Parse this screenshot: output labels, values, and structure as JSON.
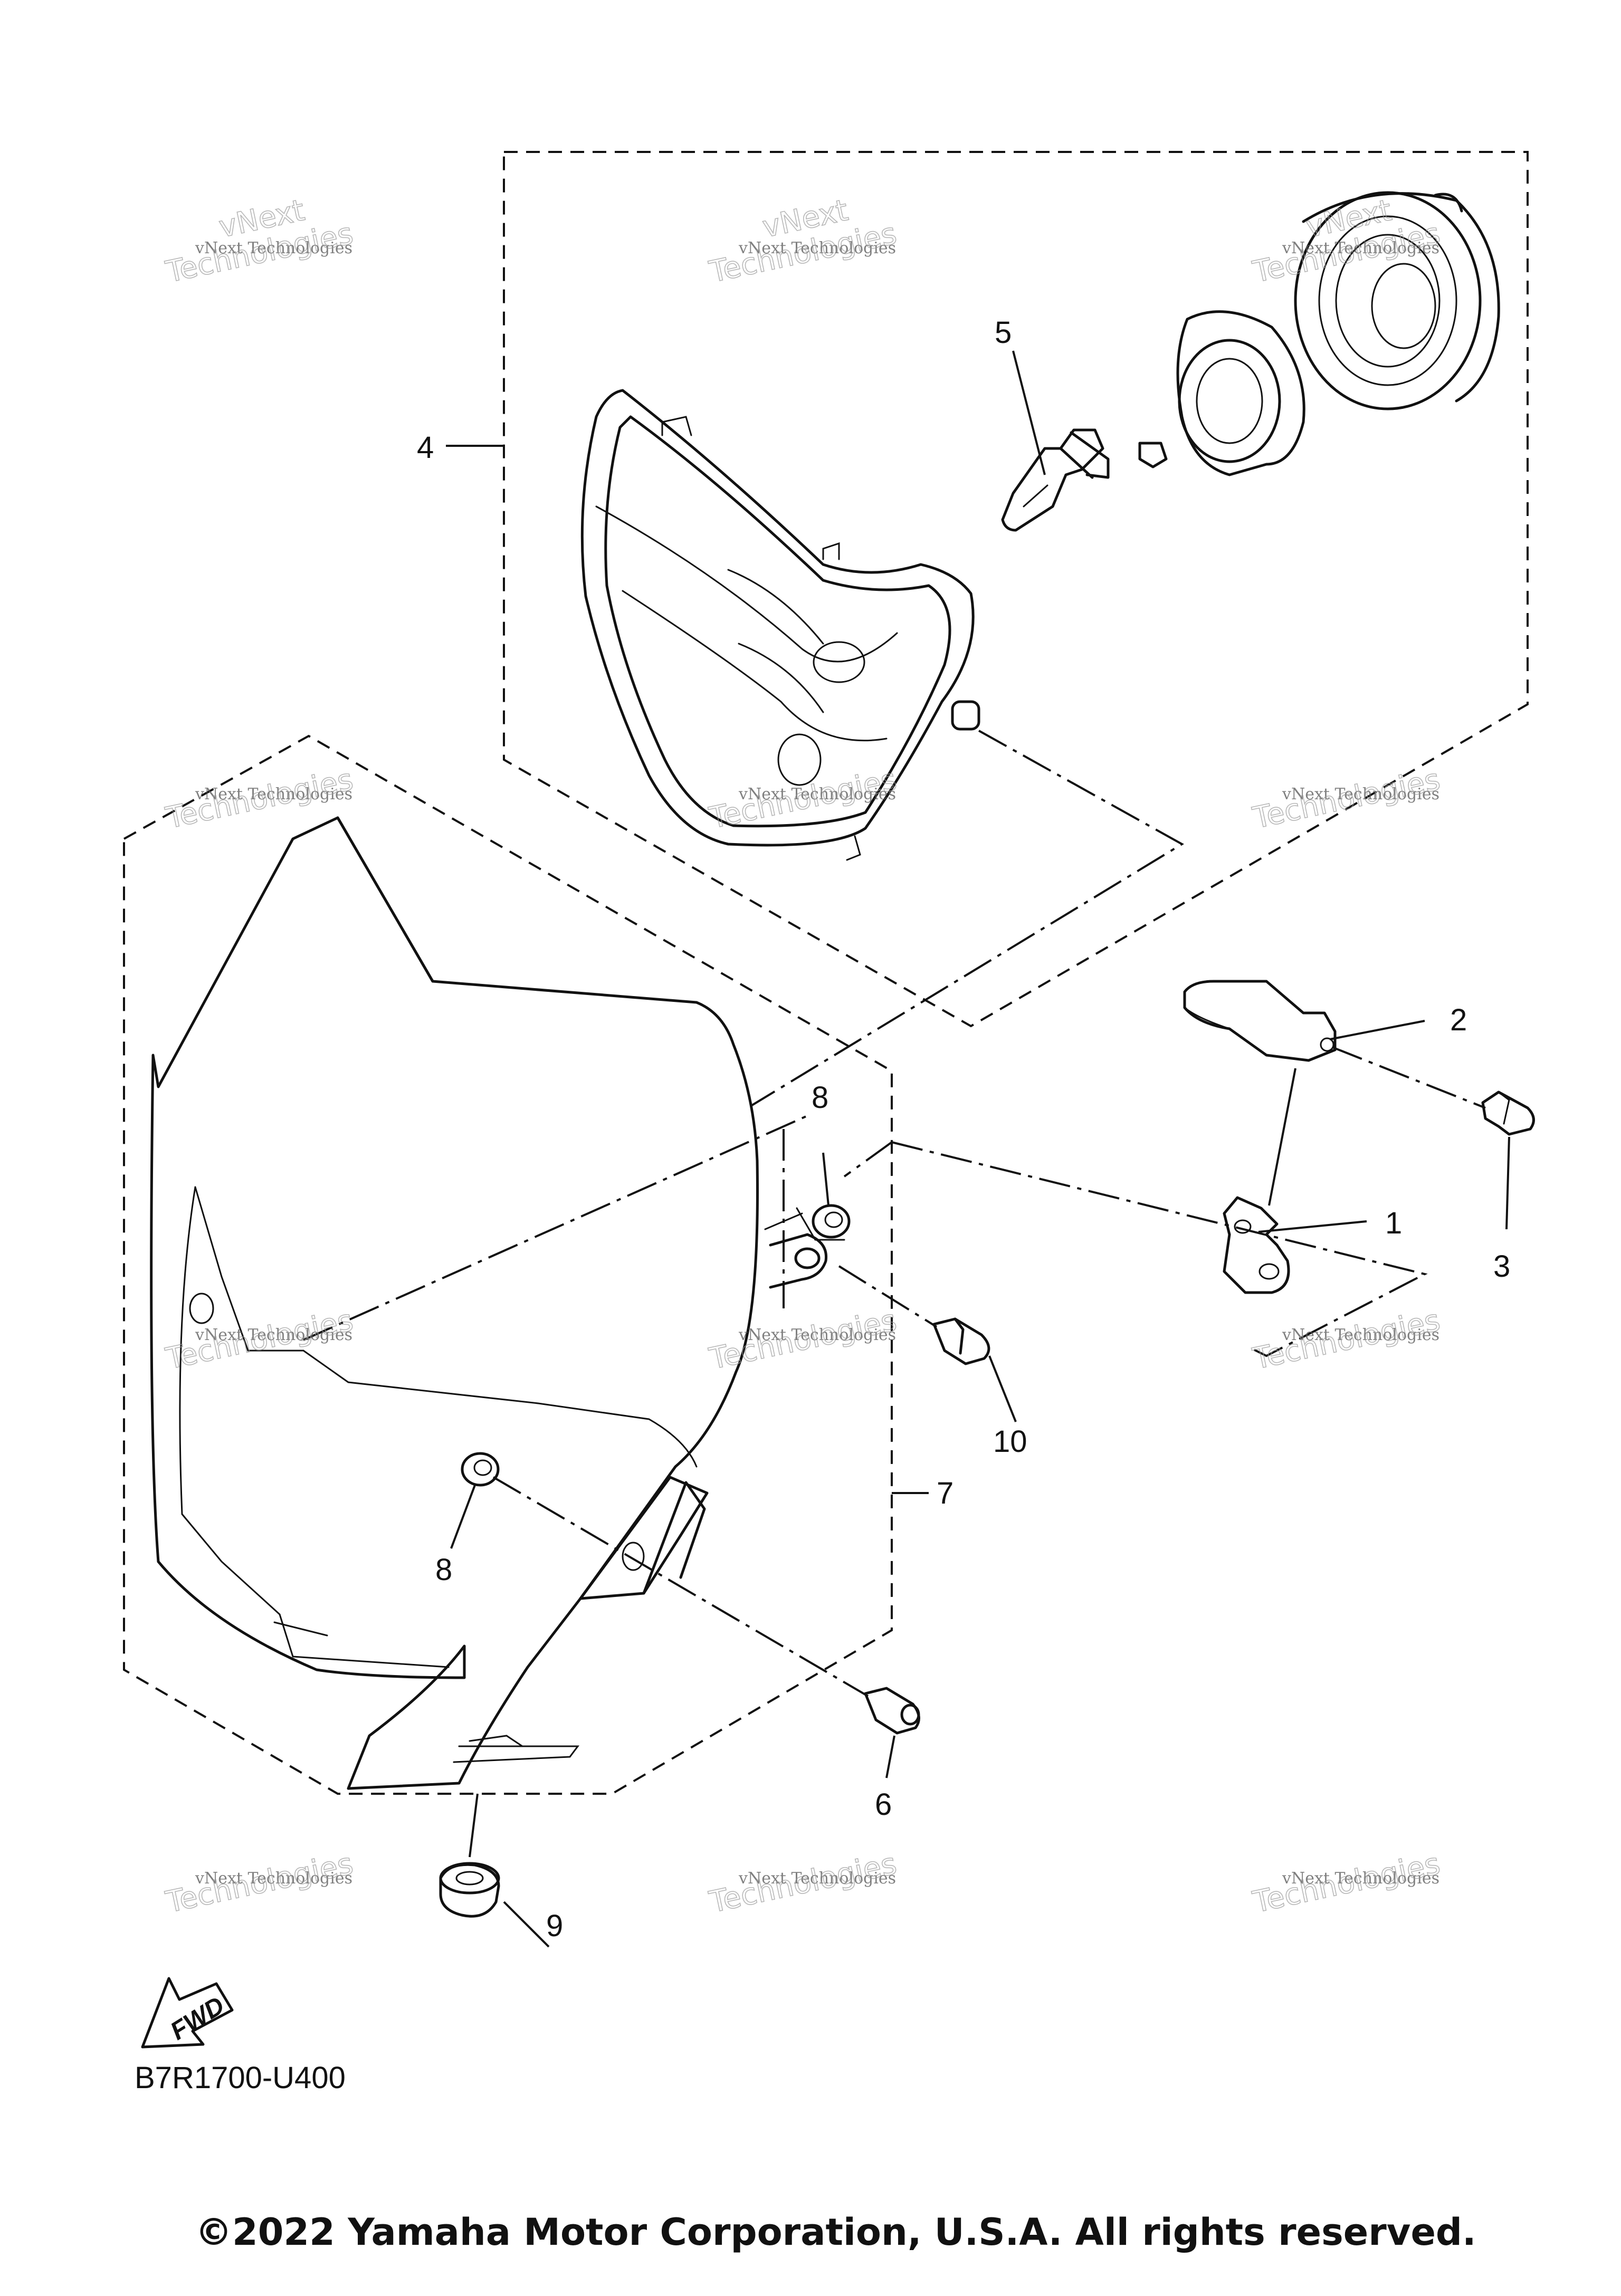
{
  "callouts": {
    "p1": "1",
    "p2": "2",
    "p3": "3",
    "p4": "4",
    "p5": "5",
    "p6": "6",
    "p7": "7",
    "p8a": "8",
    "p8b": "8",
    "p9": "9",
    "p10": "10"
  },
  "fwd_label": "FWD",
  "diagram_code": "B7R1700-U400",
  "copyright": "©2022 Yamaha Motor Corporation, U.S.A. All rights reserved.",
  "watermark": {
    "line1": "vNext Technologies",
    "line2": "Technologies",
    "line3": "vNext"
  },
  "icons": {
    "direction": "fwd-arrow-icon"
  }
}
